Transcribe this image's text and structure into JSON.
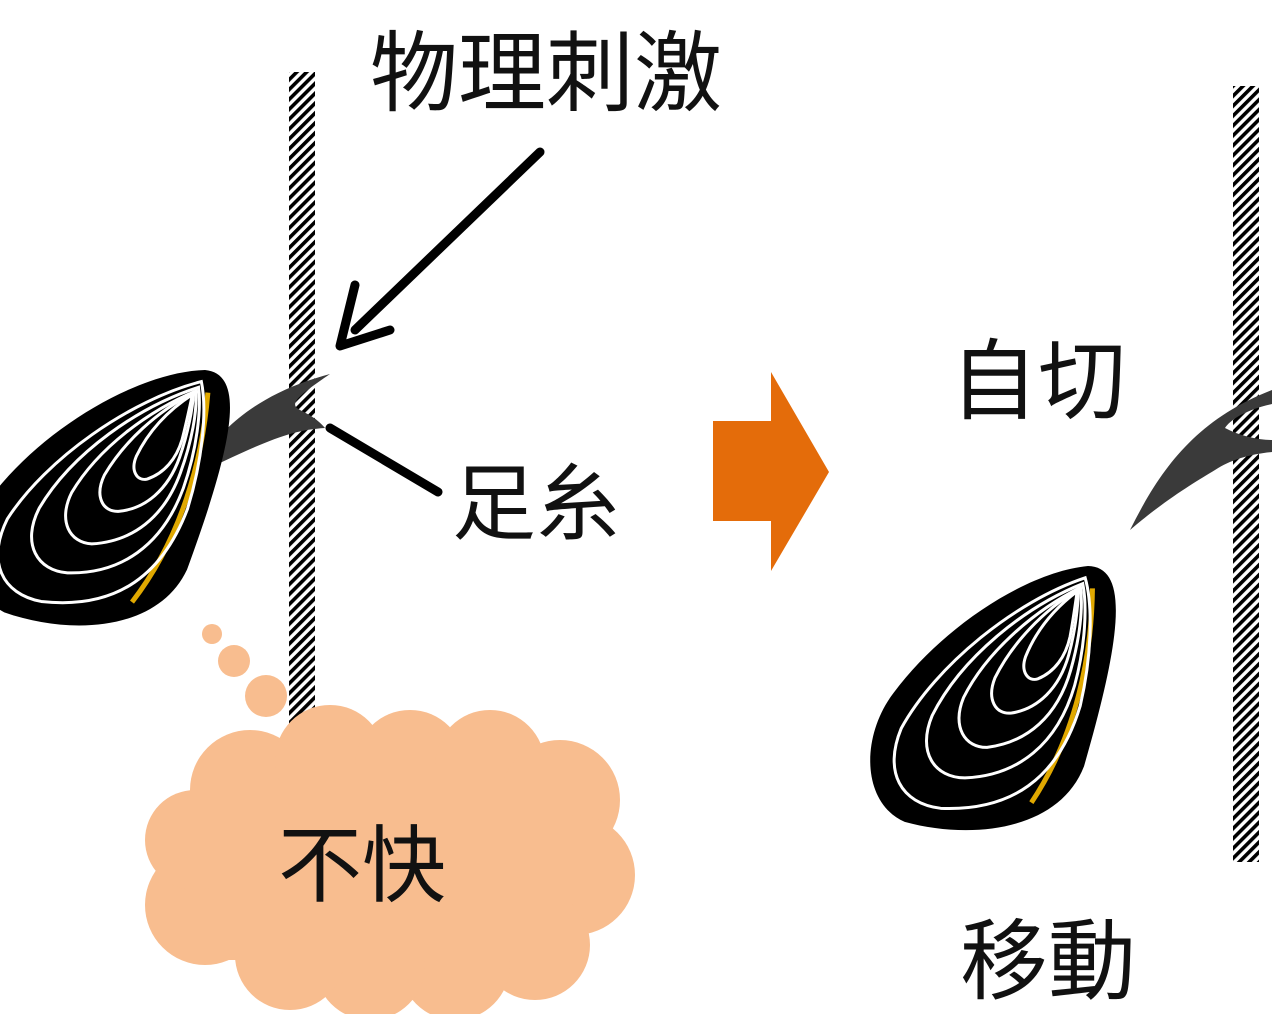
{
  "labels": {
    "physical_stimulus": "物理刺激",
    "byssus": "足糸",
    "unpleasant": "不快",
    "autotomy": "自切",
    "movement": "移動"
  },
  "colors": {
    "shell": "#000000",
    "growth_lines": "#ffffff",
    "shell_edge": "#e0a800",
    "byssus": "#3a3a3a",
    "thought_cloud": "#f8bd8f",
    "transition_arrow": "#e46c0a",
    "wall_hatch": "#000000"
  },
  "icons": {
    "left_mussel": "mussel-icon",
    "right_mussel": "mussel-icon",
    "transition": "right-arrow-icon",
    "thought": "thought-cloud-icon"
  }
}
